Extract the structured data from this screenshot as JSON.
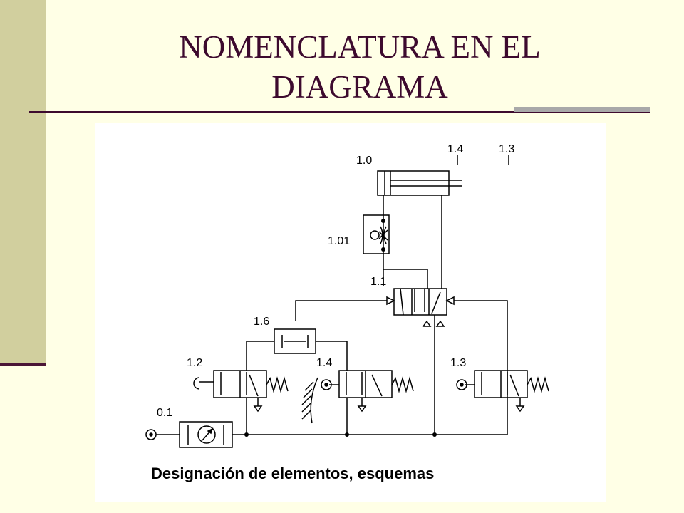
{
  "slide": {
    "title_line1": "NOMENCLATURA EN EL",
    "title_line2": "DIAGRAMA"
  },
  "diagram": {
    "labels": {
      "l_1_0": "1.0",
      "l_1_4_top": "1.4",
      "l_1_3_top": "1.3",
      "l_1_01": "1.01",
      "l_1_1": "1.1",
      "l_1_6": "1.6",
      "l_1_2": "1.2",
      "l_1_4": "1.4",
      "l_1_3": "1.3",
      "l_0_1": "0.1"
    },
    "caption": "Designación de elementos, esquemas"
  },
  "colors": {
    "background": "#ffffe6",
    "sidebar": "#d1cf9e",
    "title": "#3d0a2e",
    "accent": "#a9a9a9"
  }
}
